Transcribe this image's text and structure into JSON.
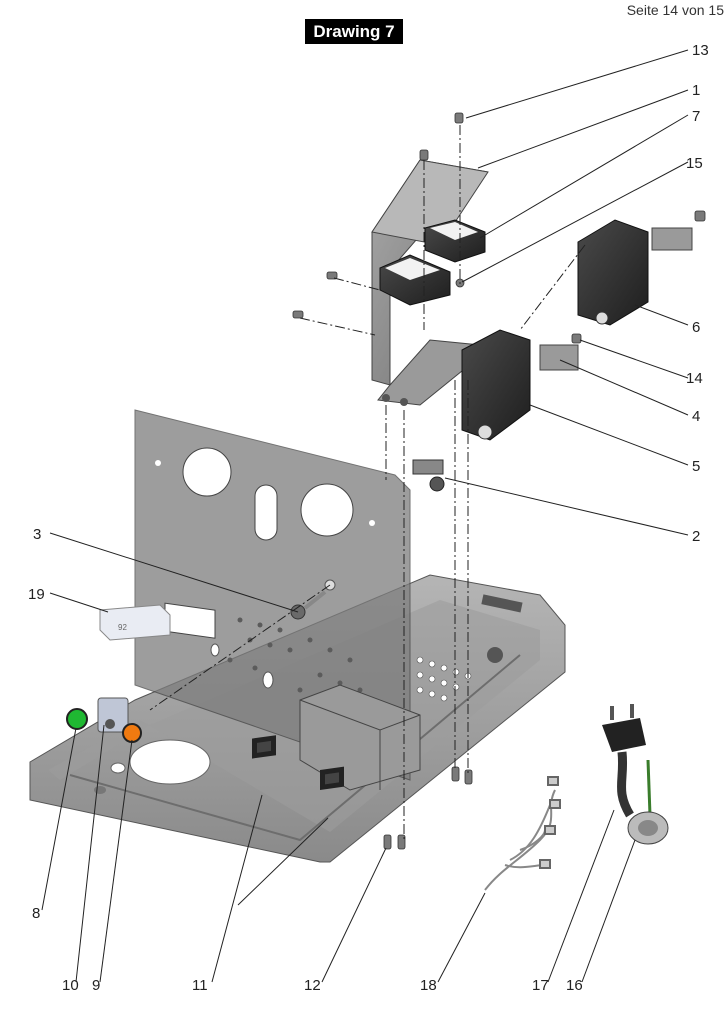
{
  "header": {
    "page_number": "Seite 14 von 15",
    "drawing_title": "Drawing 7"
  },
  "callouts": [
    {
      "id": "13",
      "text": "13"
    },
    {
      "id": "1",
      "text": "1"
    },
    {
      "id": "7",
      "text": "7"
    },
    {
      "id": "15",
      "text": "15"
    },
    {
      "id": "6",
      "text": "6"
    },
    {
      "id": "14",
      "text": "14"
    },
    {
      "id": "4",
      "text": "4"
    },
    {
      "id": "5",
      "text": "5"
    },
    {
      "id": "2",
      "text": "2"
    },
    {
      "id": "3",
      "text": "3"
    },
    {
      "id": "19",
      "text": "19"
    },
    {
      "id": "8",
      "text": "8"
    },
    {
      "id": "10",
      "text": "10"
    },
    {
      "id": "9",
      "text": "9"
    },
    {
      "id": "11",
      "text": "11"
    },
    {
      "id": "12",
      "text": "12"
    },
    {
      "id": "18",
      "text": "18"
    },
    {
      "id": "17",
      "text": "17"
    },
    {
      "id": "16",
      "text": "16"
    }
  ],
  "component_label_text": "92",
  "colors": {
    "switch_green": "#1fb832",
    "switch_orange": "#f07a10",
    "component_dark": "#2e2e2e",
    "panel_gray": "#8a8a8a"
  }
}
